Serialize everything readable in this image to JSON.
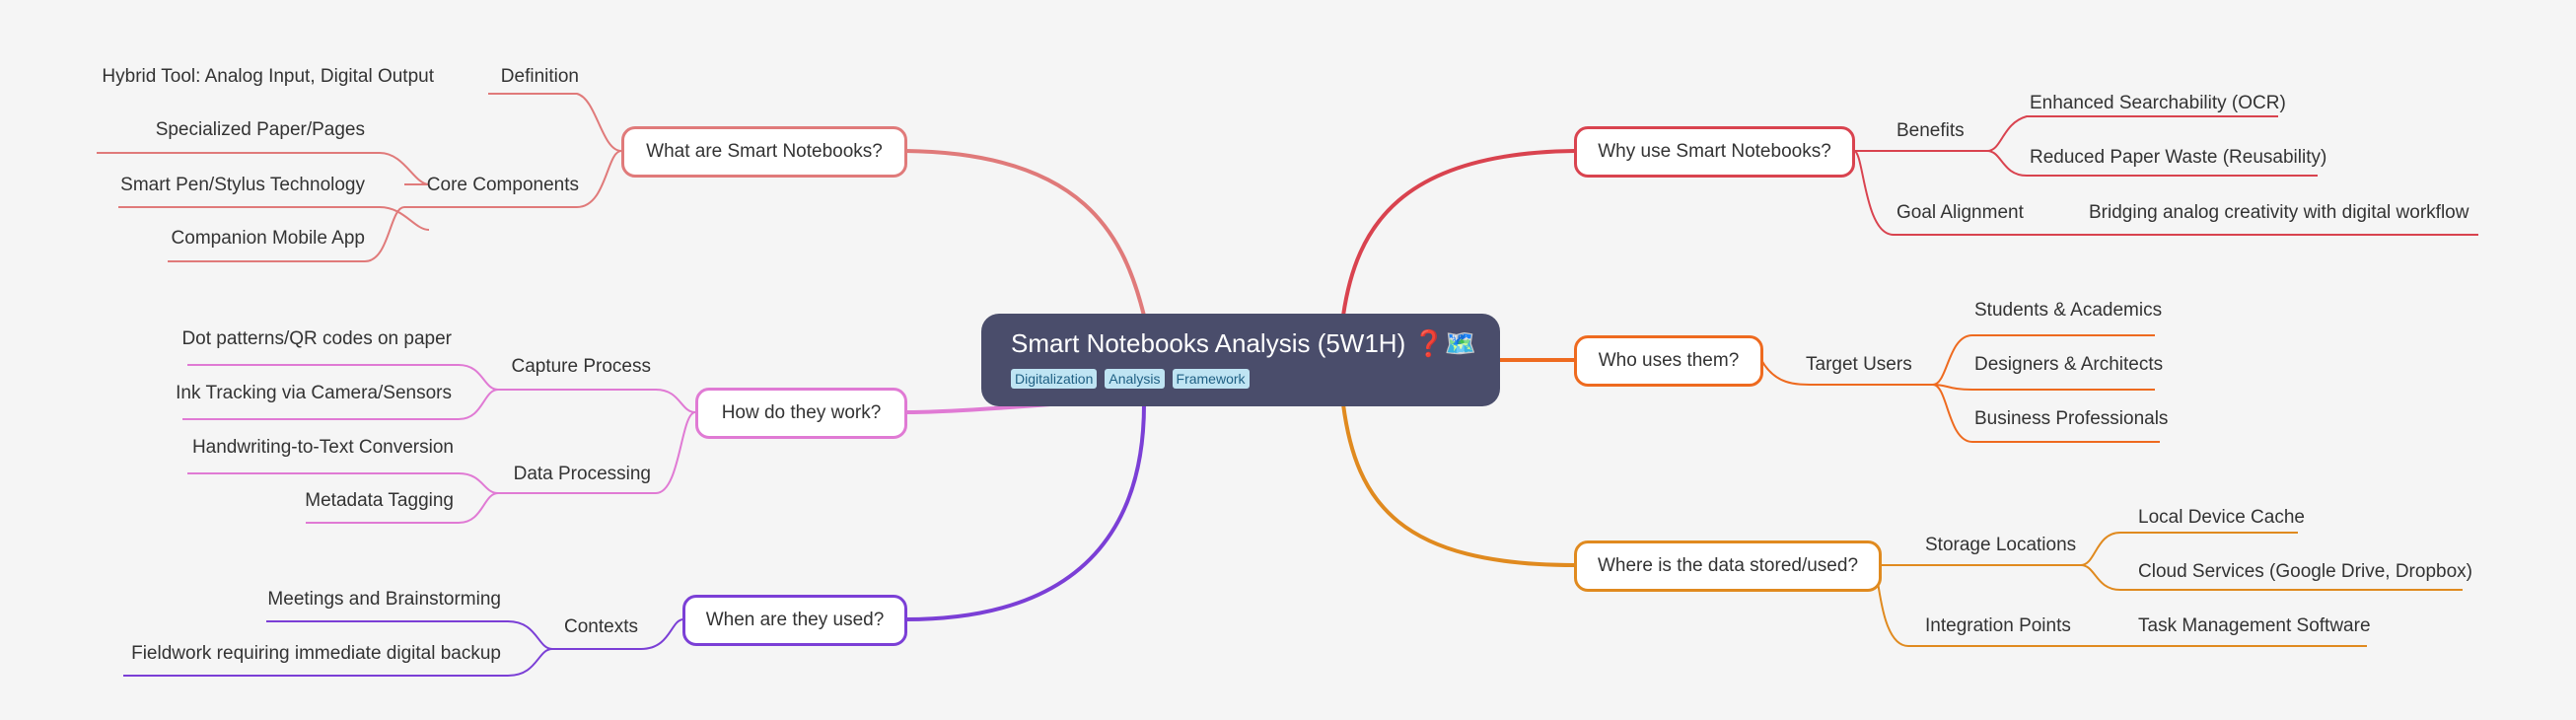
{
  "root": {
    "title": "Smart Notebooks Analysis (5W1H) ❓🗺️",
    "tags": [
      "Digitalization",
      "Analysis",
      "Framework"
    ]
  },
  "branches": {
    "what": {
      "label": "What are Smart Notebooks?",
      "color": "#e07a7a",
      "definition": {
        "label": "Definition",
        "items": [
          "Hybrid Tool: Analog Input, Digital Output"
        ]
      },
      "core": {
        "label": "Core Components",
        "items": [
          "Specialized Paper/Pages",
          "Smart Pen/Stylus Technology",
          "Companion Mobile App"
        ]
      }
    },
    "how": {
      "label": "How do they work?",
      "color": "#e07ad4",
      "capture": {
        "label": "Capture Process",
        "items": [
          "Dot patterns/QR codes on paper",
          "Ink Tracking via Camera/Sensors"
        ]
      },
      "processing": {
        "label": "Data Processing",
        "items": [
          "Handwriting-to-Text Conversion",
          "Metadata Tagging"
        ]
      }
    },
    "when": {
      "label": "When are they used?",
      "color": "#7b3fd6",
      "contexts": {
        "label": "Contexts",
        "items": [
          "Meetings and Brainstorming",
          "Fieldwork requiring immediate digital backup"
        ]
      }
    },
    "why": {
      "label": "Why use Smart Notebooks?",
      "color": "#d9434f",
      "benefits": {
        "label": "Benefits",
        "items": [
          "Enhanced Searchability (OCR)",
          "Reduced Paper Waste (Reusability)"
        ]
      },
      "goal": {
        "label": "Goal Alignment",
        "items": [
          "Bridging analog creativity with digital workflow"
        ]
      }
    },
    "who": {
      "label": "Who uses them?",
      "color": "#ee6a1f",
      "target": {
        "label": "Target Users",
        "items": [
          "Students & Academics",
          "Designers & Architects",
          "Business Professionals"
        ]
      }
    },
    "where": {
      "label": "Where is the data stored/used?",
      "color": "#e08a1f",
      "storage": {
        "label": "Storage Locations",
        "items": [
          "Local Device Cache",
          "Cloud Services (Google Drive, Dropbox)"
        ]
      },
      "integration": {
        "label": "Integration Points",
        "items": [
          "Task Management Software"
        ]
      }
    }
  }
}
